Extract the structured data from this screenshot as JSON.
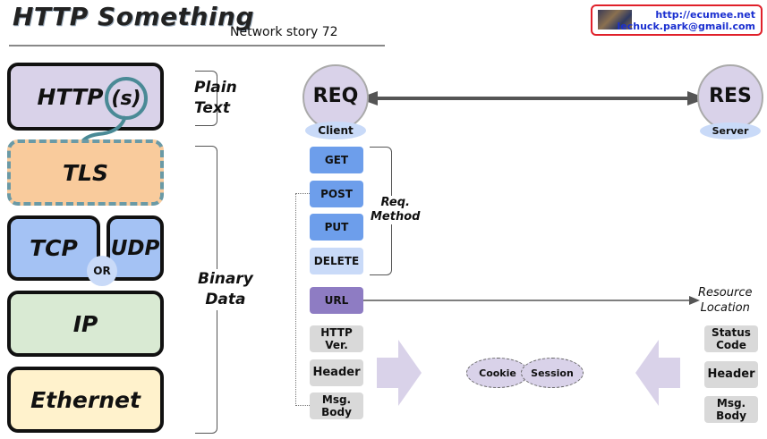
{
  "header": {
    "title": "HTTP Something",
    "subtitle": "Network story 72",
    "badge": {
      "url": "http://ecumee.net",
      "email": "lechuck.park@gmail.com",
      "border_color": "#e0202a"
    }
  },
  "layers": [
    {
      "label": "HTTP",
      "suffix": "(s)",
      "color": "#d9d2e9"
    },
    {
      "label": "TLS",
      "color": "#f9cb9c"
    },
    {
      "label": "TCP",
      "color": "#a4c2f4"
    },
    {
      "label": "UDP",
      "color": "#a4c2f4"
    },
    {
      "label": "OR"
    },
    {
      "label": "IP",
      "color": "#d9ead3"
    },
    {
      "label": "Ethernet",
      "color": "#fff2cc"
    }
  ],
  "brackets": {
    "plain": {
      "line1": "Plain",
      "line2": "Text"
    },
    "binary": {
      "line1": "Binary",
      "line2": "Data"
    }
  },
  "request": {
    "node": "REQ",
    "role": "Client",
    "methods": [
      "GET",
      "POST",
      "PUT",
      "DELETE"
    ],
    "methods_label": {
      "line1": "Req.",
      "line2": "Method"
    },
    "url": "URL",
    "parts": [
      {
        "line1": "HTTP",
        "line2": "Ver."
      },
      {
        "line1": "Header",
        "line2": ""
      },
      {
        "line1": "Msg.",
        "line2": "Body"
      }
    ]
  },
  "response": {
    "node": "RES",
    "role": "Server",
    "resource_label": {
      "line1": "Resource",
      "line2": "Location"
    },
    "parts": [
      {
        "line1": "Status",
        "line2": "Code"
      },
      {
        "line1": "Header",
        "line2": ""
      },
      {
        "line1": "Msg.",
        "line2": "Body"
      }
    ]
  },
  "state": {
    "cookie": "Cookie",
    "session": "Session"
  }
}
